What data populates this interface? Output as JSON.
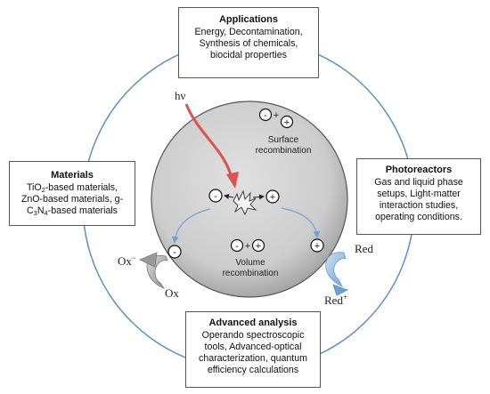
{
  "applications": {
    "title": "Applications",
    "lines": [
      "Energy, Decontamination,",
      "Synthesis of chemicals,",
      "biocidal properties"
    ]
  },
  "materials": {
    "title": "Materials",
    "line1": "TiO",
    "line1_sub": "2",
    "line1_rest": "-based materials,",
    "line2": "ZnO-based materials, g-",
    "line3_a": "C",
    "line3_sub1": "3",
    "line3_b": "N",
    "line3_sub2": "4",
    "line3_rest": "-based materials"
  },
  "photoreactors": {
    "title": "Photoreactors",
    "lines": [
      "Gas and liquid phase",
      "setups, Light-matter",
      "interaction studies,",
      "operating conditions."
    ]
  },
  "advanced_analysis": {
    "title": "Advanced analysis",
    "lines": [
      "Operando spectroscopic",
      "tools, Advanced-optical",
      "characterization, quantum",
      "efficiency calculations"
    ]
  },
  "particle": {
    "light_label": "hν",
    "surface_label": [
      "Surface",
      "recombination"
    ],
    "volume_label": [
      "Volume",
      "recombination"
    ],
    "minus": "-",
    "plus": "+",
    "ox_minus": "Ox",
    "ox_minus_sup": "−",
    "ox": "Ox",
    "red": "Red",
    "red_plus": "Red",
    "red_plus_sup": "+"
  },
  "colors": {
    "light_arrow": "#d9534f",
    "flow_arrow": "#6fa3d8",
    "particle_fill": "#cfcfcf",
    "ring": "#5b8fc7"
  }
}
